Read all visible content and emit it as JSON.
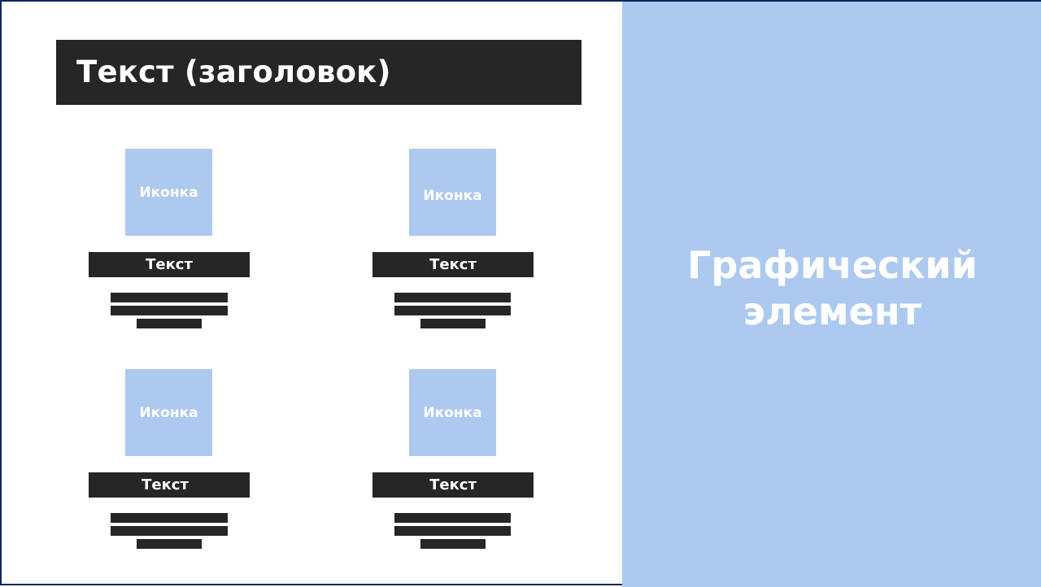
{
  "slide": {
    "title": "Текст (заголовок)",
    "items": [
      {
        "icon_label": "Иконка",
        "text_label": "Текст"
      },
      {
        "icon_label": "Иконка",
        "text_label": "Текст"
      },
      {
        "icon_label": "Иконка",
        "text_label": "Текст"
      },
      {
        "icon_label": "Иконка",
        "text_label": "Текст"
      }
    ],
    "graphic": {
      "line1": "Графический",
      "line2": "элемент"
    }
  },
  "colors": {
    "dark": "#262626",
    "accent_blue": "#adc9f0",
    "border": "#0c2660",
    "background": "#ffffff"
  }
}
